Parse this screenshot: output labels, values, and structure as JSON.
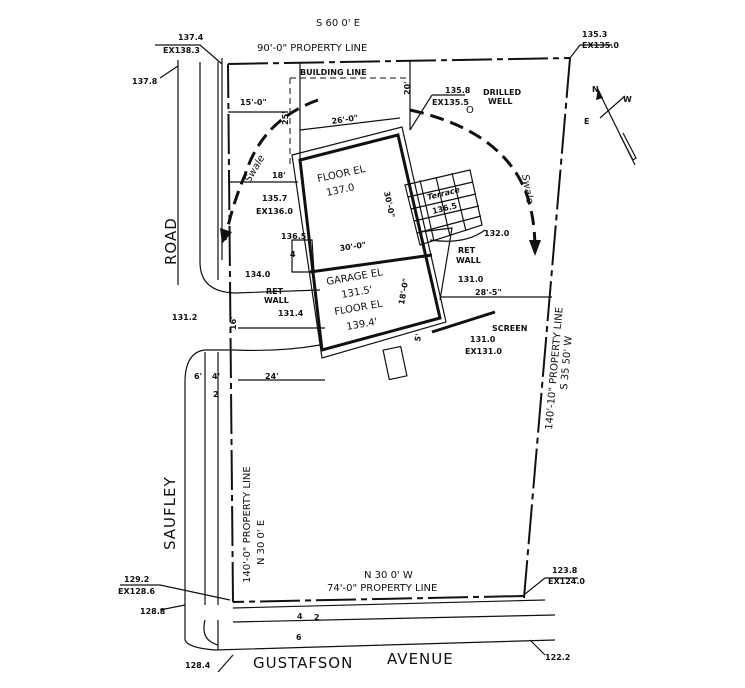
{
  "north_line": {
    "bearing": "S 60  0' E",
    "label": "90'-0\" PROPERTY LINE"
  },
  "east_line": {
    "label": "140'-10\" PROPERTY LINE",
    "bearing": "S 35  50' W"
  },
  "west_line": {
    "label": "140'-0\" PROPERTY LINE",
    "bearing": "N 30  0' E"
  },
  "south_line": {
    "bearing": "N 30  0' W",
    "label": "74'-0\" PROPERTY LINE"
  },
  "streets": {
    "road": "ROAD",
    "saufley": "SAUFLEY",
    "gustafson": "GUSTAFSON",
    "avenue": "AVENUE"
  },
  "elevations": {
    "nw_top": "137.4",
    "nw_ex": "EX138.3",
    "nw_curb": "137.8",
    "ne_top": "135.3",
    "ne_ex": "EX135.0",
    "bldg_ne_top": "135.8",
    "bldg_ne_ex": "EX135.5",
    "bldg_nw_top": "135.7",
    "bldg_nw_ex": "EX136.0",
    "steps": "136.5",
    "ret_wall_w": "134.0",
    "drive": "131.4",
    "road_pt": "131.2",
    "terrace_el": "136.5",
    "terrace_corner": "132.0",
    "east_pt": "131.0",
    "se_bldg_top": "131.0",
    "se_bldg_ex": "EX131.0",
    "sw_top": "129.2",
    "sw_ex": "EX128.6",
    "sw_curb": "128.8",
    "sw_street": "128.4",
    "se_top": "123.8",
    "se_ex": "EX124.0",
    "se_street": "122.2"
  },
  "labels": {
    "building_line": "BUILDING LINE",
    "drilled": "DRILLED",
    "well": "WELL",
    "well_symbol": "O",
    "swale": "Swale",
    "floor_el_1": "FLOOR EL",
    "floor_el_1_val": "137.0",
    "garage_el": "GARAGE EL",
    "garage_el_val": "131.5'",
    "floor_el_2": "FLOOR EL",
    "floor_el_2_val": "139.4'",
    "terrace": "Terrace",
    "ret": "RET",
    "wall": "WALL",
    "screen": "SCREEN"
  },
  "dimensions": {
    "d15": "15'-0\"",
    "d25": "25'",
    "d26": "26'-0\"",
    "d20": "20'",
    "d18": "18'",
    "d30v": "30'-0\"",
    "d30h": "30'-0\"",
    "d4": "4",
    "d28": "28'-5\"",
    "d18v": "18'-0\"",
    "d16": "16'",
    "d5": "5'",
    "d6": "6'",
    "d4b": "4'",
    "d24": "24'",
    "d2": "2",
    "s4": "4",
    "s2": "2",
    "s6": "6"
  },
  "compass": {
    "n": "N",
    "e": "E",
    "w": "W"
  }
}
